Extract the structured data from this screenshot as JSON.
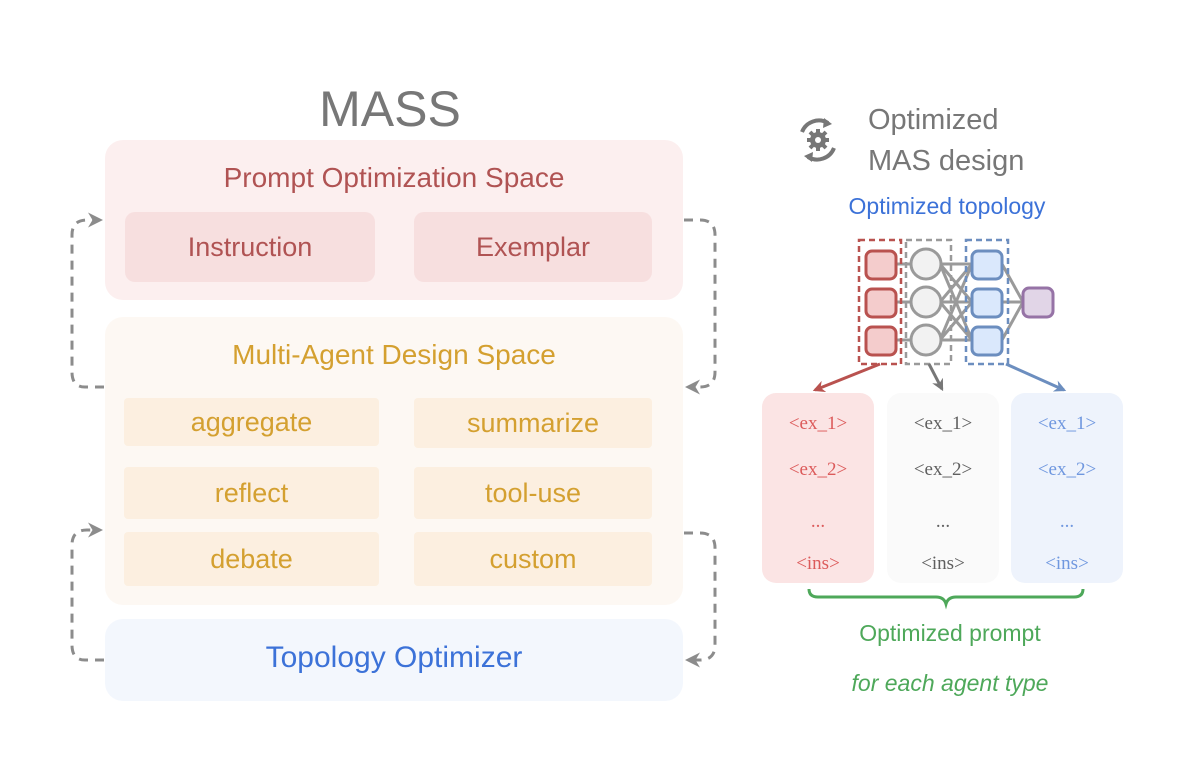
{
  "mass": {
    "title": "MASS",
    "prompt_space": {
      "title": "Prompt Optimization Space",
      "items": [
        "Instruction",
        "Exemplar"
      ],
      "color": "#b05353"
    },
    "design_space": {
      "title": "Multi-Agent Design Space",
      "items": [
        "aggregate",
        "summarize",
        "reflect",
        "tool-use",
        "debate",
        "custom"
      ],
      "color": "#d4a030"
    },
    "topology_optimizer": {
      "title": "Topology Optimizer",
      "color": "#3c72d8"
    }
  },
  "result": {
    "icon": "optimize-gear-cycle-icon",
    "title_line1": "Optimized",
    "title_line2": "MAS design",
    "topology_label": "Optimized topology",
    "prompt_cards": [
      {
        "agent": "red",
        "lines": [
          "<ex_1>",
          "<ex_2>",
          "...",
          "<ins>"
        ],
        "color": "#dc5b5b"
      },
      {
        "agent": "gray",
        "lines": [
          "<ex_1>",
          "<ex_2>",
          "...",
          "<ins>"
        ],
        "color": "#5f5f5f"
      },
      {
        "agent": "blue",
        "lines": [
          "<ex_1>",
          "<ex_2>",
          "...",
          "<ins>"
        ],
        "color": "#6f97df"
      }
    ],
    "prompt_label_line1": "Optimized prompt",
    "prompt_label_line2": "for each agent type"
  },
  "colors": {
    "arrow_gray": "#8c8c8c",
    "red_agent": "#b9524f",
    "gray_agent": "#9a9a9a",
    "blue_agent": "#6c8ebf",
    "purple_agent": "#9673a6",
    "green": "#4ea85a"
  }
}
